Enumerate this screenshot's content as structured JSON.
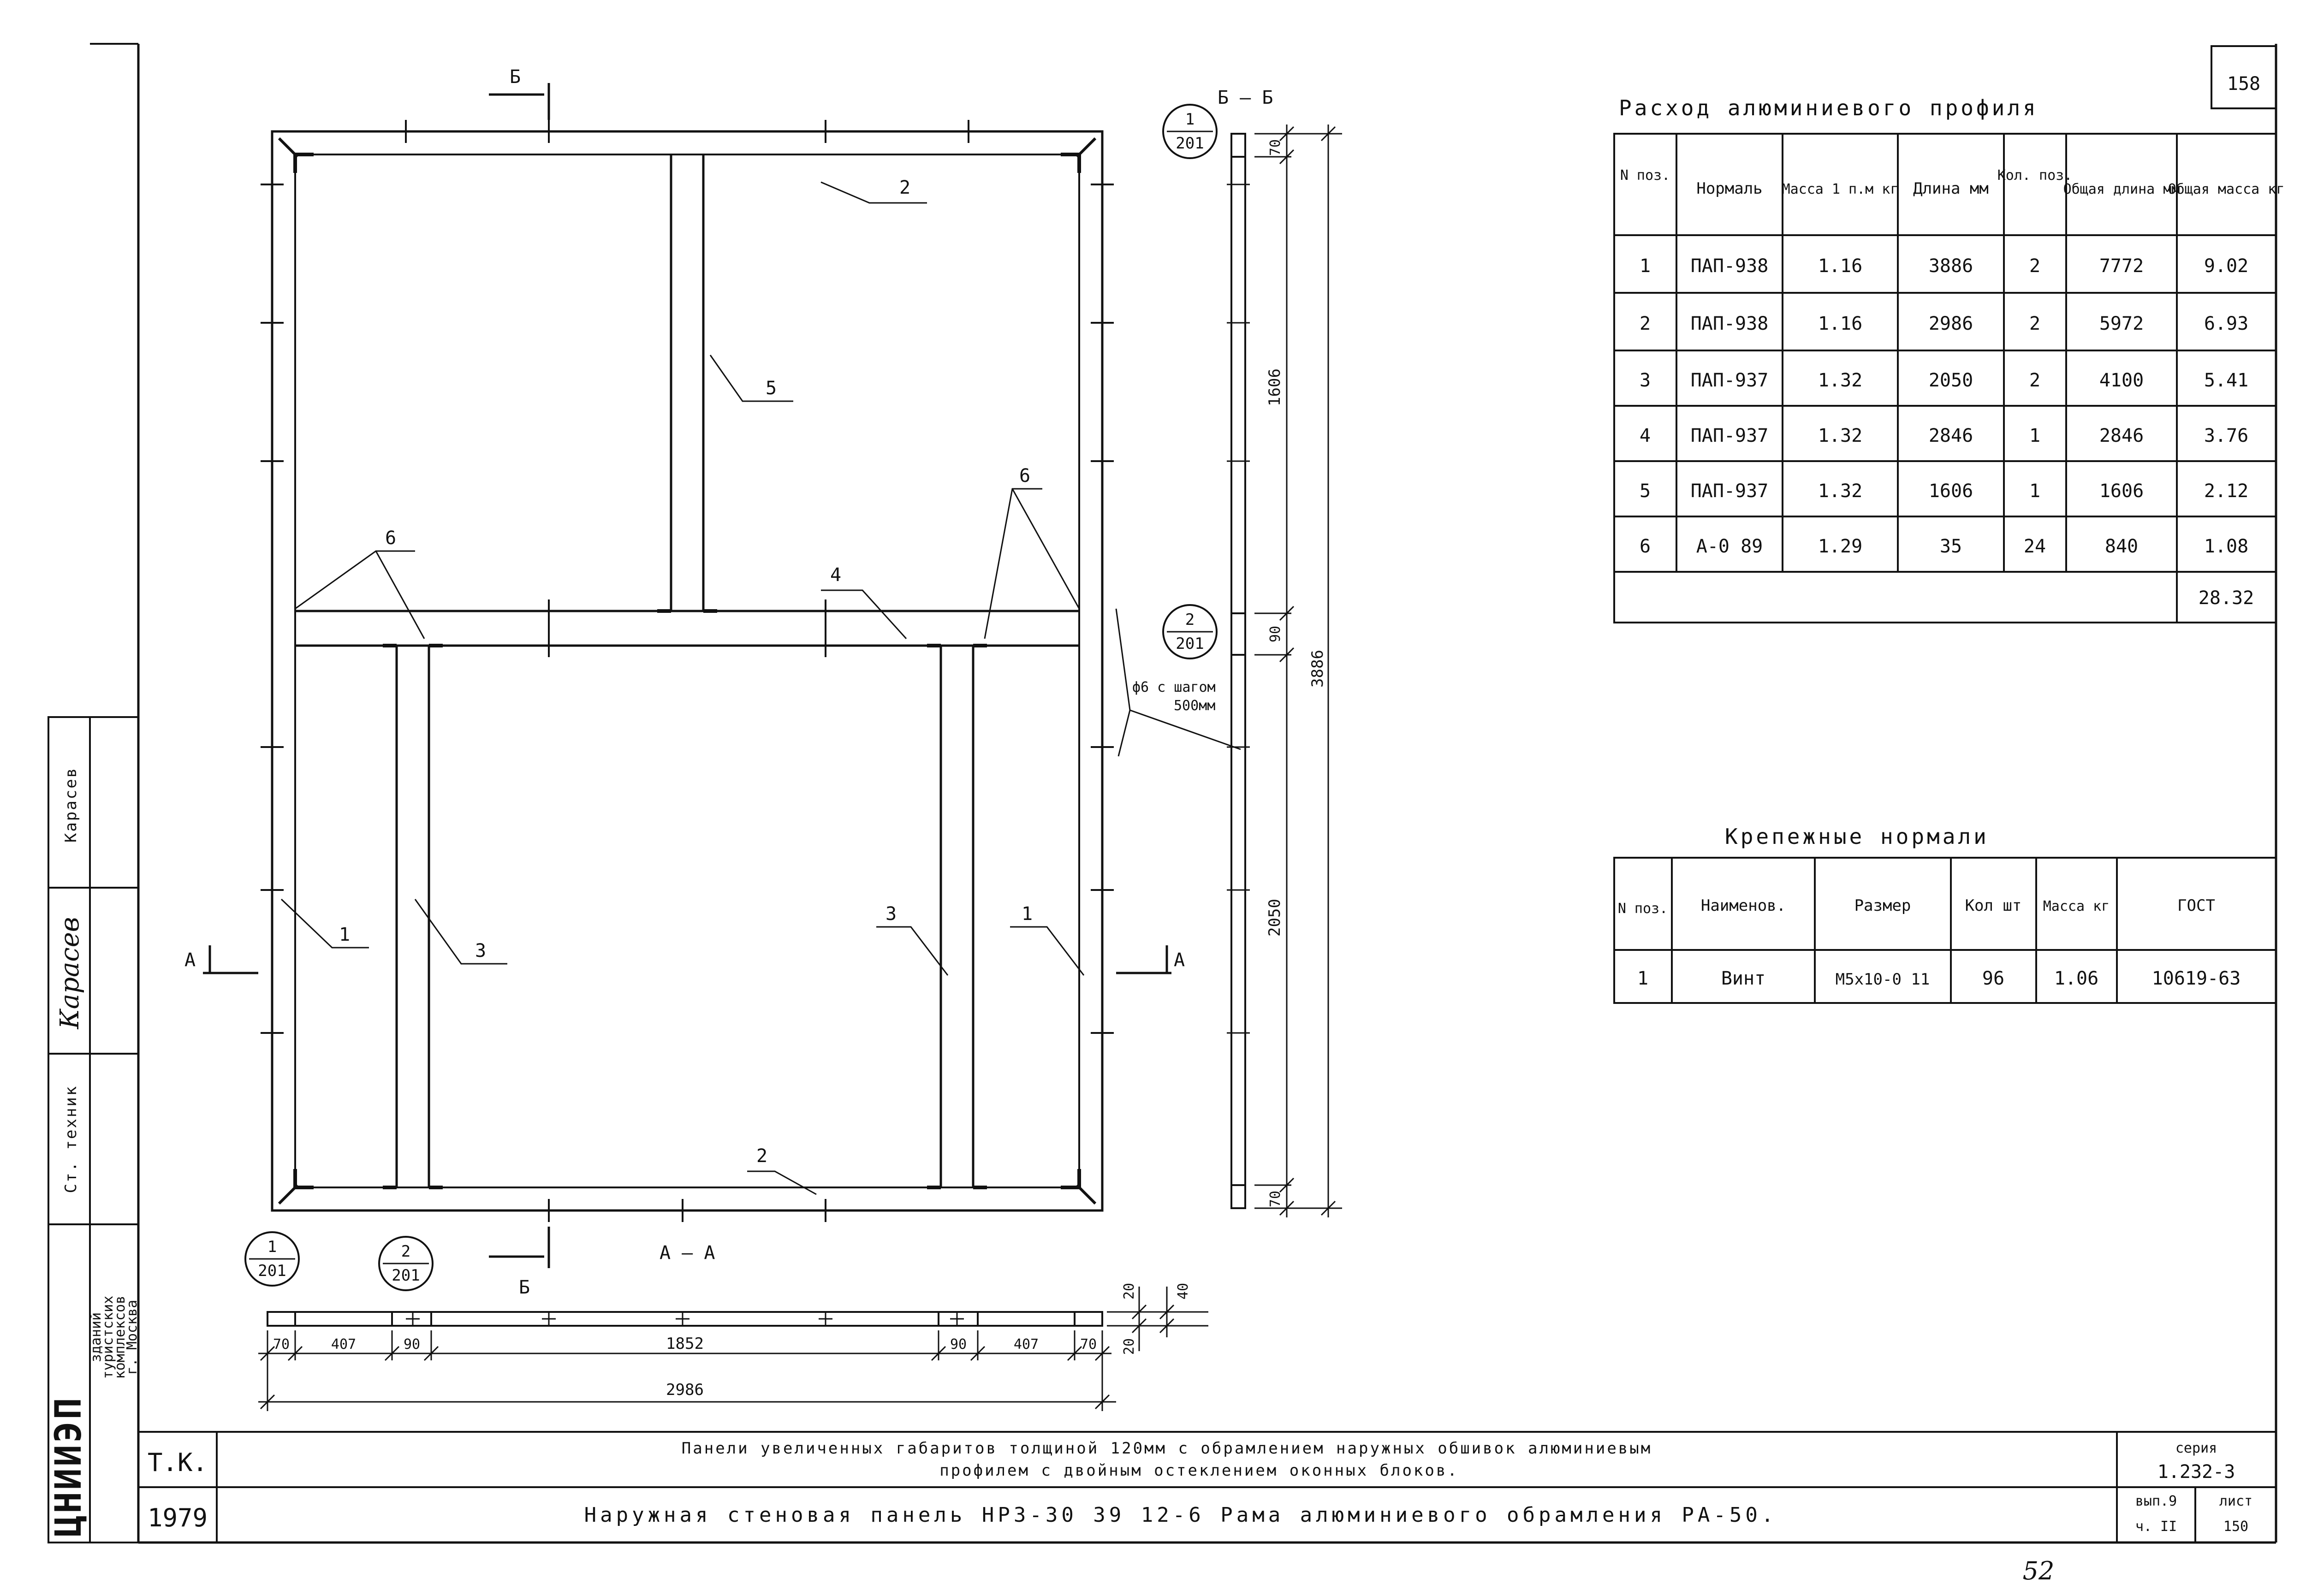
{
  "sheet_number": "158",
  "page_number": "52",
  "view_labels": {
    "section_b_top": "Б",
    "section_b_bottom": "Б",
    "section_bb": "Б – Б",
    "section_a_left": "А",
    "section_a_right": "А",
    "section_aa": "А – А"
  },
  "callouts": [
    {
      "top": "1",
      "bottom": "201"
    },
    {
      "top": "2",
      "bottom": "201"
    },
    {
      "top": "1",
      "bottom": "201"
    },
    {
      "top": "2",
      "bottom": "201"
    }
  ],
  "part_labels": [
    "1",
    "1",
    "2",
    "2",
    "3",
    "3",
    "4",
    "5",
    "6",
    "6"
  ],
  "anchor_note": [
    "ф6 с шагом",
    "500мм"
  ],
  "dims_side": [
    "70",
    "1606",
    "90",
    "2050",
    "70",
    "3886"
  ],
  "dims_bottom": [
    "70",
    "407",
    "90",
    "1852",
    "90",
    "407",
    "70",
    "2986"
  ],
  "dims_small": [
    "20",
    "40",
    "20"
  ],
  "profile_table": {
    "title": "Расход алюминиевого профиля",
    "headers": [
      "N поз.",
      "Нормаль",
      "Масса 1 п.м кг",
      "Длина мм",
      "Кол. поз.",
      "Общая длина мм",
      "Общая масса кг"
    ],
    "rows": [
      [
        "1",
        "ПАП-938",
        "1.16",
        "3886",
        "2",
        "7772",
        "9.02"
      ],
      [
        "2",
        "ПАП-938",
        "1.16",
        "2986",
        "2",
        "5972",
        "6.93"
      ],
      [
        "3",
        "ПАП-937",
        "1.32",
        "2050",
        "2",
        "4100",
        "5.41"
      ],
      [
        "4",
        "ПАП-937",
        "1.32",
        "2846",
        "1",
        "2846",
        "3.76"
      ],
      [
        "5",
        "ПАП-937",
        "1.32",
        "1606",
        "1",
        "1606",
        "2.12"
      ],
      [
        "6",
        "А-0 89",
        "1.29",
        "35",
        "24",
        "840",
        "1.08"
      ]
    ],
    "total": "28.32"
  },
  "fastener_table": {
    "title": "Крепежные нормали",
    "headers": [
      "N поз.",
      "Наименов.",
      "Размер",
      "Кол шт",
      "Масса кг",
      "ГОСТ"
    ],
    "rows": [
      [
        "1",
        "Винт",
        "М5х10-0 11",
        "96",
        "1.06",
        "10619-63"
      ]
    ]
  },
  "side_stamp": {
    "org": "ЦНИИЭП",
    "org_sub": [
      "зданий",
      "туристских",
      "комплексов",
      "г. Москва"
    ],
    "role": "Ст. техник",
    "name": "Карасев"
  },
  "title_block": {
    "code": "Т.К.",
    "year": "1979",
    "line1": "Панели увеличенных габаритов толщиной 120мм с обрамлением наружных обшивок алюминиевым",
    "line2": "профилем с двойным остеклением оконных блоков.",
    "line3": "Наружная стеновая панель НРЗ-30 39 12-6 Рама алюминиевого обрамления РА-50.",
    "series_label": "серия",
    "series": "1.232-3",
    "issue_label": "вып.9",
    "part": "ч. II",
    "sheet_label": "лист",
    "sheet": "150"
  }
}
